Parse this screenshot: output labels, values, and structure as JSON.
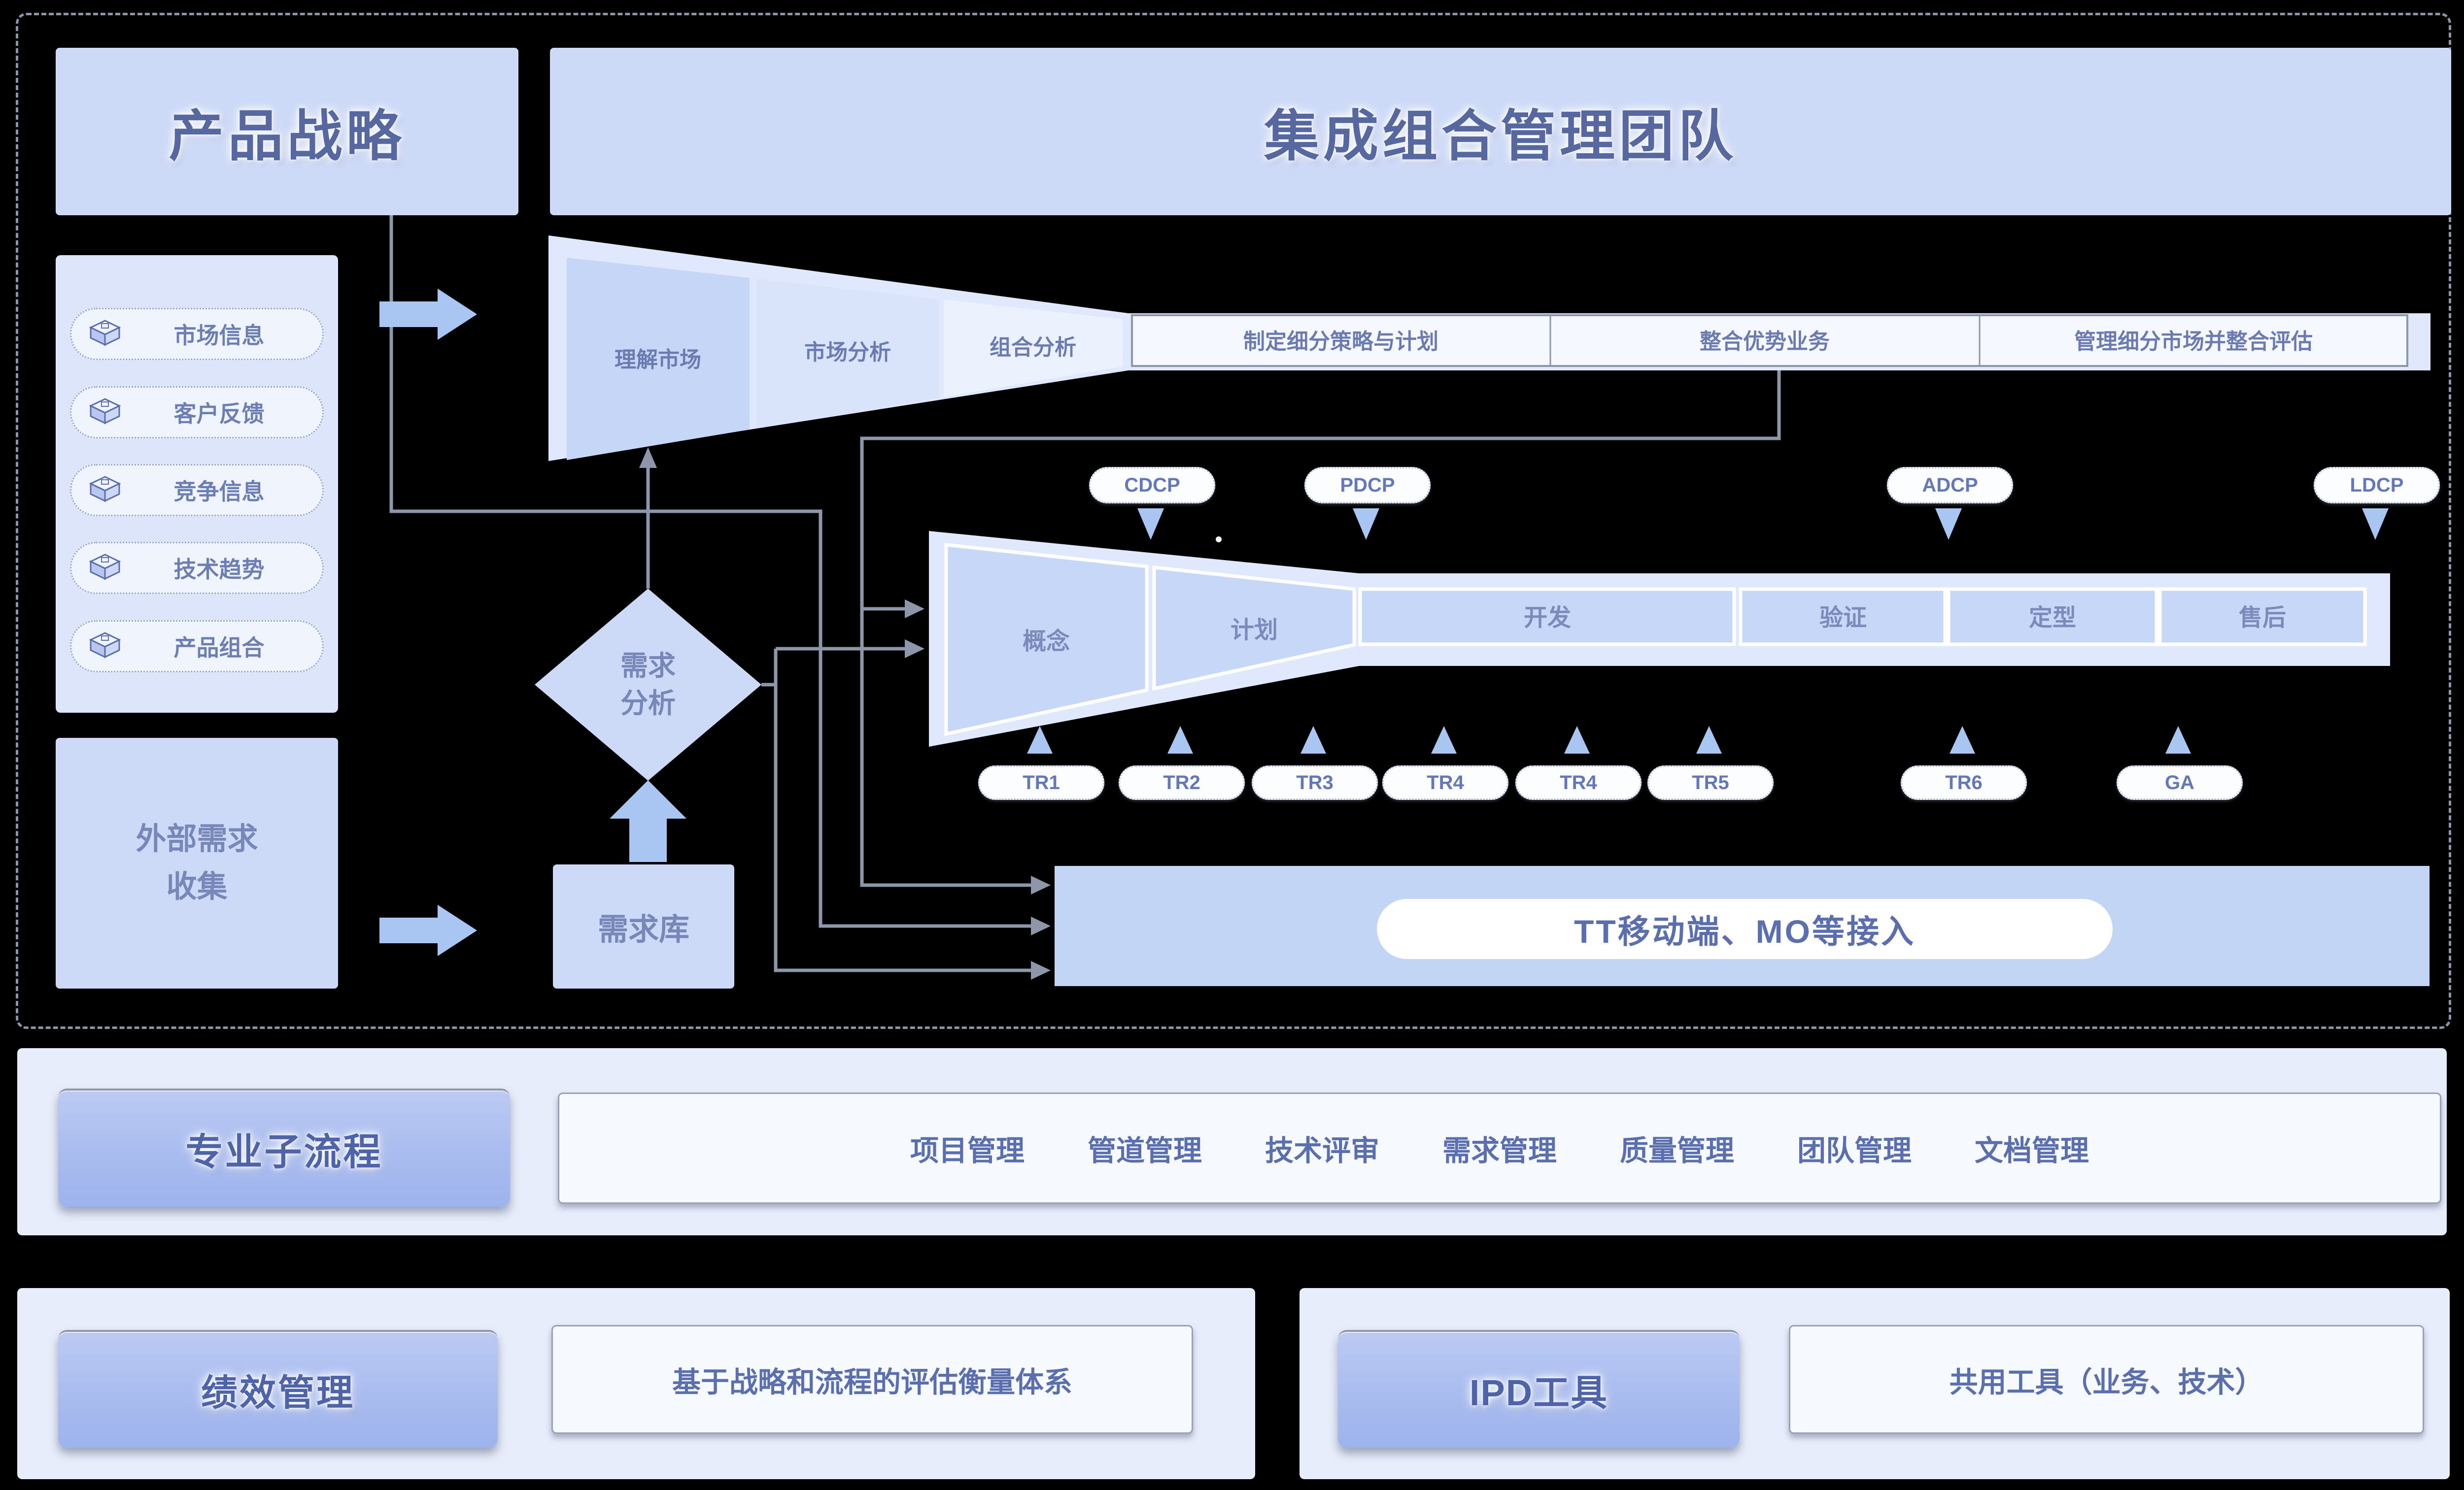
{
  "header": {
    "product_strategy": "产品战略",
    "ipmt": "集成组合管理团队"
  },
  "sidebar": {
    "items": [
      {
        "label": "市场信息"
      },
      {
        "label": "客户反馈"
      },
      {
        "label": "竞争信息"
      },
      {
        "label": "技术趋势"
      },
      {
        "label": "产品组合"
      }
    ]
  },
  "external_collect": {
    "label": "外部需求\n收集"
  },
  "req_lib": {
    "label": "需求库"
  },
  "req_analysis": {
    "label": "需求\n分析"
  },
  "top_funnel": {
    "stages": [
      "理解市场",
      "市场分析",
      "组合分析",
      "制定细分策略与计划",
      "整合优势业务",
      "管理细分市场并整合评估"
    ]
  },
  "dev_funnel": {
    "stages": [
      "概念",
      "计划",
      "开发",
      "验证",
      "定型",
      "售后"
    ]
  },
  "dcp_labels": [
    "CDCP",
    "PDCP",
    "ADCP",
    "LDCP"
  ],
  "tr_labels": [
    "TR1",
    "TR2",
    "TR3",
    "TR4",
    "TR4",
    "TR5",
    "TR6",
    "GA"
  ],
  "tt": {
    "label": "TT移动端、MO等接入"
  },
  "sub_process": {
    "title": "专业子流程",
    "items": [
      "项目管理",
      "管道管理",
      "技术评审",
      "需求管理",
      "质量管理",
      "团队管理",
      "文档管理"
    ]
  },
  "performance": {
    "title": "绩效管理",
    "desc": "基于战略和流程的评估衡量体系"
  },
  "tools": {
    "title": "IPD工具",
    "desc": "共用工具（业务、技术）"
  },
  "colors": {
    "background": "#000000",
    "box_fill": "#ccd9f7",
    "panel_fill": "#e7edfb",
    "funnel_outer": "#dfe8fc",
    "funnel_cell_dark": "#c6d6f6",
    "funnel_cell_mid": "#d9e4fa",
    "funnel_cell_light": "#ecf2fd",
    "band_fill": "#f5f8fe",
    "dev_cell": "#c6d7f7",
    "tt_fill": "#c3d5f5",
    "connector_gray": "#8e96a9",
    "arrow_blue": "#a9c6f3",
    "title_text": "#56689f",
    "cell_text": "#6b7ab0"
  }
}
